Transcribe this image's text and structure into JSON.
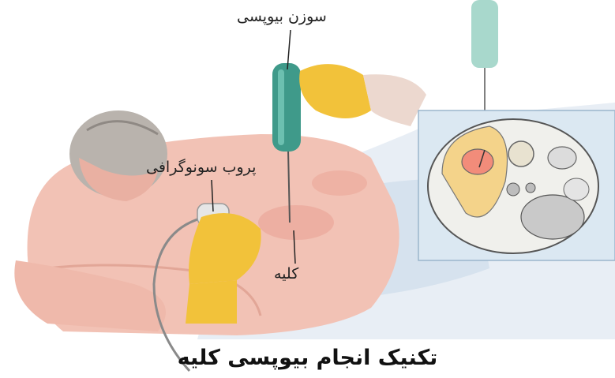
{
  "labels": {
    "needle": "سوزن بیوپسی",
    "probe": "پروب سونوگرافی",
    "kidney": "کلیه"
  },
  "caption": "تکنیک انجام بیوپسی کلیه"
}
